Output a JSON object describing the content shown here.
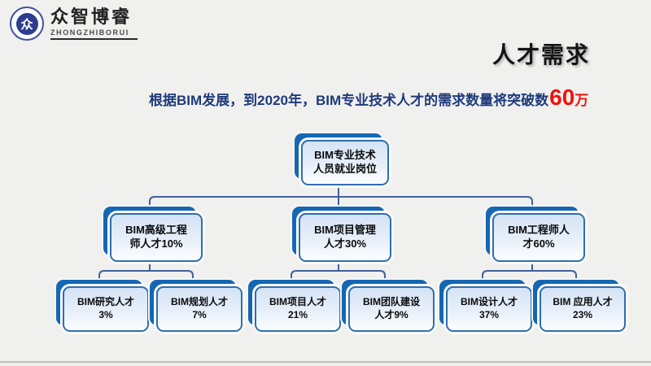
{
  "logo": {
    "emblem_glyph": "众",
    "name_cn": "众智博睿",
    "name_en": "ZHONGZHIBORUI"
  },
  "header": {
    "title": "人才需求"
  },
  "statement": {
    "lead": "根据BIM发展，到2020年，BIM专业技术人才的需求数量将突破数",
    "highlight_number": "60",
    "highlight_unit": "万"
  },
  "colors": {
    "slide_background": "#f0f0ef",
    "node_back_blue": "#1467b2",
    "node_border_blue": "#2f6fb0",
    "node_fill_light": "#e7effa",
    "connector_blue": "#41619b",
    "statement_navy": "#1e3a7a",
    "highlight_red": "#ee1309",
    "title_black": "#141414"
  },
  "org_chart": {
    "root": {
      "lines": [
        "BIM专业技术",
        "人员就业岗位"
      ]
    },
    "level2": [
      {
        "lines": [
          "BIM高级工程",
          "师人才10%"
        ]
      },
      {
        "lines": [
          "BIM项目管理",
          "人才30%"
        ]
      },
      {
        "lines": [
          "BIM工程师人",
          "才60%"
        ]
      }
    ],
    "level3": [
      {
        "lines": [
          "BIM研究人才",
          "3%"
        ]
      },
      {
        "lines": [
          "BIM规划人才",
          "7%"
        ]
      },
      {
        "lines": [
          "BIM项目人才",
          "21%"
        ]
      },
      {
        "lines": [
          "BIM团队建设",
          "人才9%"
        ]
      },
      {
        "lines": [
          "BIM设计人才",
          "37%"
        ]
      },
      {
        "lines": [
          "BIM 应用人才",
          "23%"
        ]
      }
    ]
  }
}
